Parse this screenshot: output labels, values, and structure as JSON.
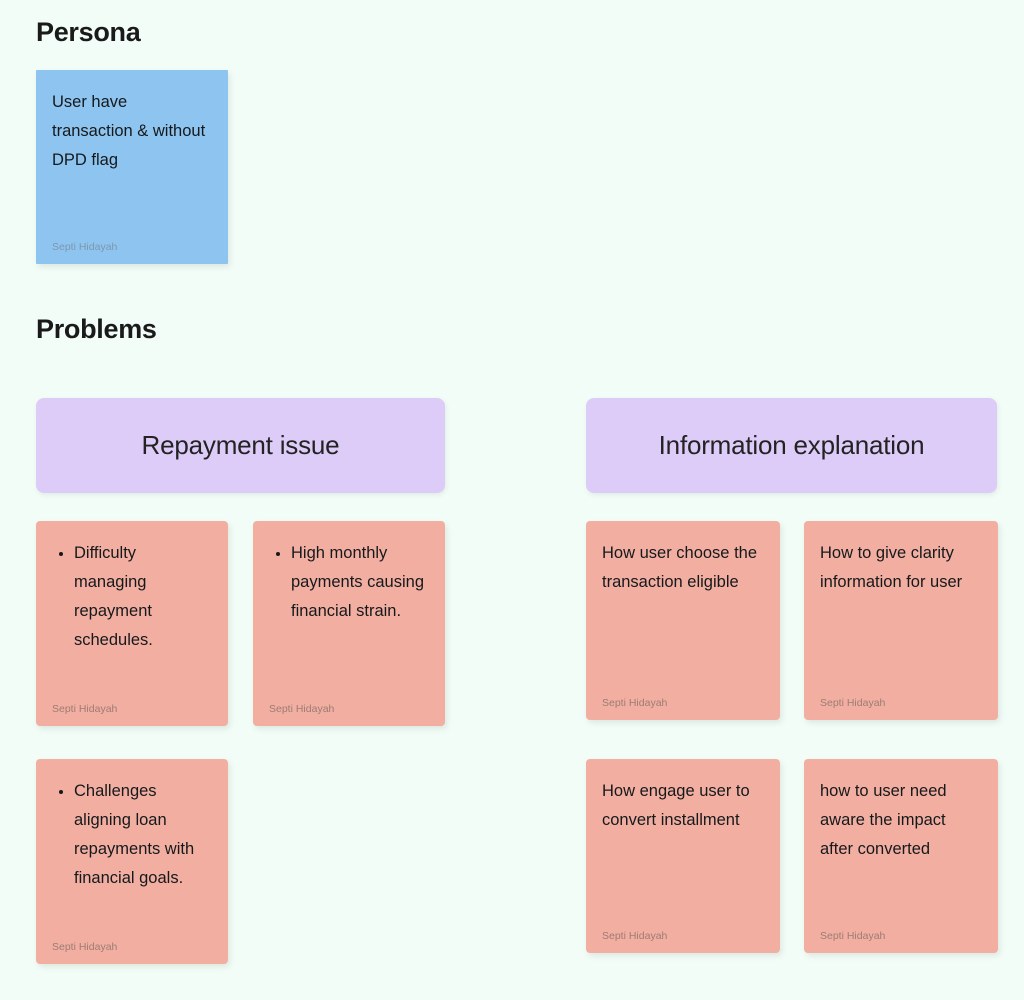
{
  "colors": {
    "background": "#f2fdf7",
    "persona_note": "#8ec5f0",
    "category_header": "#ddccf8",
    "problem_note": "#f2afa1",
    "text": "#16191c",
    "author_text": "#8b8b8b"
  },
  "sections": [
    {
      "heading": "Persona",
      "notes": [
        {
          "text": "User have transaction & without DPD flag",
          "author": "Septi Hidayah",
          "color": "#8ec5f0",
          "bulleted": false
        }
      ]
    },
    {
      "heading": "Problems",
      "categories": [
        {
          "label": "Repayment issue",
          "notes": [
            {
              "text": "Difficulty managing repayment schedules.",
              "author": "Septi Hidayah",
              "color": "#f2afa1",
              "bulleted": true
            },
            {
              "text": "High monthly payments causing financial strain.",
              "author": "Septi Hidayah",
              "color": "#f2afa1",
              "bulleted": true
            },
            {
              "text": "Challenges aligning loan repayments with financial goals.",
              "author": "Septi Hidayah",
              "color": "#f2afa1",
              "bulleted": true
            }
          ]
        },
        {
          "label": "Information explanation",
          "notes": [
            {
              "text": "How user choose the transaction eligible",
              "author": "Septi Hidayah",
              "color": "#f2afa1",
              "bulleted": false
            },
            {
              "text": "How to give clarity information for user",
              "author": "Septi Hidayah",
              "color": "#f2afa1",
              "bulleted": false
            },
            {
              "text": "How engage user to convert installment",
              "author": "Septi Hidayah",
              "color": "#f2afa1",
              "bulleted": false
            },
            {
              "text": "how to user need aware the impact after converted",
              "author": "Septi Hidayah",
              "color": "#f2afa1",
              "bulleted": false
            }
          ]
        }
      ]
    }
  ]
}
